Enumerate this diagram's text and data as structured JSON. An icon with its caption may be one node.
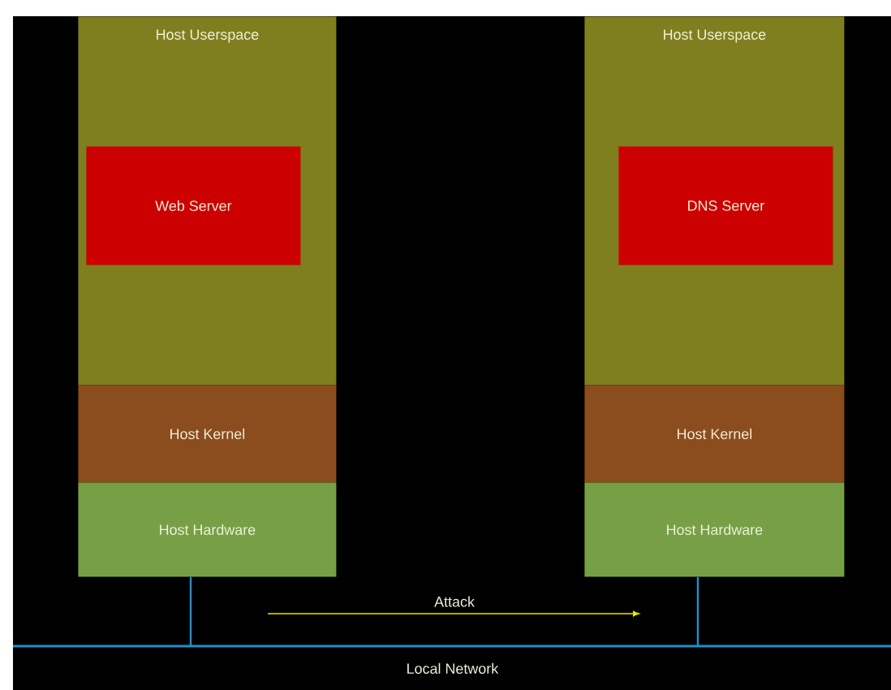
{
  "diagram": {
    "nodes": [
      {
        "text": [
          "Host Userspace"
        ]
      },
      {
        "text": [
          "Web Server"
        ],
        "in": 0
      },
      {
        "text": [
          "Host Kernel"
        ]
      },
      {
        "text": [
          "Host Hardware"
        ]
      },
      {
        "text": [
          "Host Userspace"
        ]
      },
      {
        "text": [
          "DNS Server"
        ],
        "in": 4
      },
      {
        "text": [
          "Host Kernel"
        ]
      },
      {
        "text": [
          "Host Hardware"
        ]
      },
      {
        "text": [
          "Local Network"
        ]
      }
    ],
    "edges": [
      {
        "from": 3,
        "to": 8,
        "arrow": "none"
      },
      {
        "from": 7,
        "to": 8,
        "arrow": "none"
      }
    ],
    "labels": [
      "Attack"
    ]
  }
}
